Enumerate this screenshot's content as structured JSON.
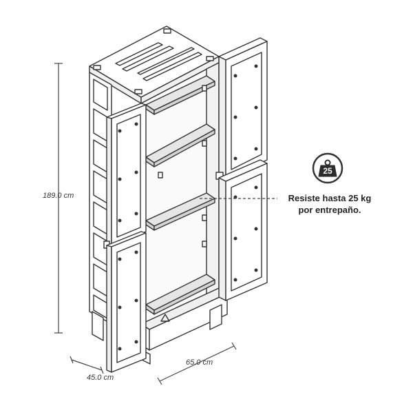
{
  "dimensions": {
    "height": "189.0 cm",
    "depth": "45.0 cm",
    "width": "65.0 cm"
  },
  "load_note": {
    "line1": "Resiste hasta 25 kg",
    "line2": "por entrepaño."
  },
  "badge": {
    "value": "25",
    "icon": "weight-icon"
  },
  "colors": {
    "line": "#333333",
    "panel": "#ffffff",
    "shelf": "#e6e6e6",
    "badge": "#2b2b2b"
  }
}
